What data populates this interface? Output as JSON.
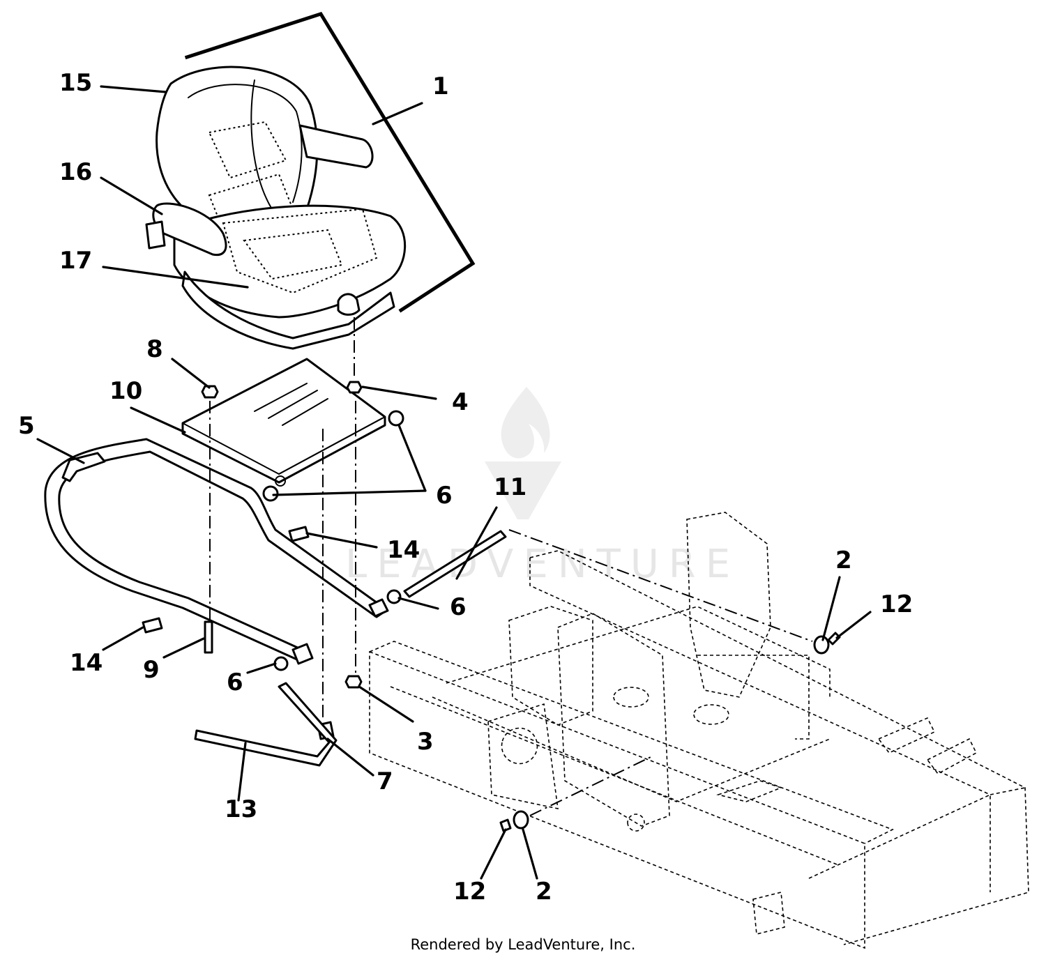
{
  "callouts": [
    {
      "id": "c1",
      "text": "1"
    },
    {
      "id": "c2a",
      "text": "2"
    },
    {
      "id": "c2b",
      "text": "2"
    },
    {
      "id": "c3",
      "text": "3"
    },
    {
      "id": "c4",
      "text": "4"
    },
    {
      "id": "c5",
      "text": "5"
    },
    {
      "id": "c6a",
      "text": "6"
    },
    {
      "id": "c6b",
      "text": "6"
    },
    {
      "id": "c6c",
      "text": "6"
    },
    {
      "id": "c7",
      "text": "7"
    },
    {
      "id": "c8",
      "text": "8"
    },
    {
      "id": "c9",
      "text": "9"
    },
    {
      "id": "c10",
      "text": "10"
    },
    {
      "id": "c11",
      "text": "11"
    },
    {
      "id": "c12a",
      "text": "12"
    },
    {
      "id": "c12b",
      "text": "12"
    },
    {
      "id": "c13",
      "text": "13"
    },
    {
      "id": "c14a",
      "text": "14"
    },
    {
      "id": "c14b",
      "text": "14"
    },
    {
      "id": "c15",
      "text": "15"
    },
    {
      "id": "c16",
      "text": "16"
    },
    {
      "id": "c17",
      "text": "17"
    }
  ],
  "watermark": {
    "text": "LEADVENTURE"
  },
  "footer": {
    "credit": "Rendered by LeadVenture, Inc."
  }
}
